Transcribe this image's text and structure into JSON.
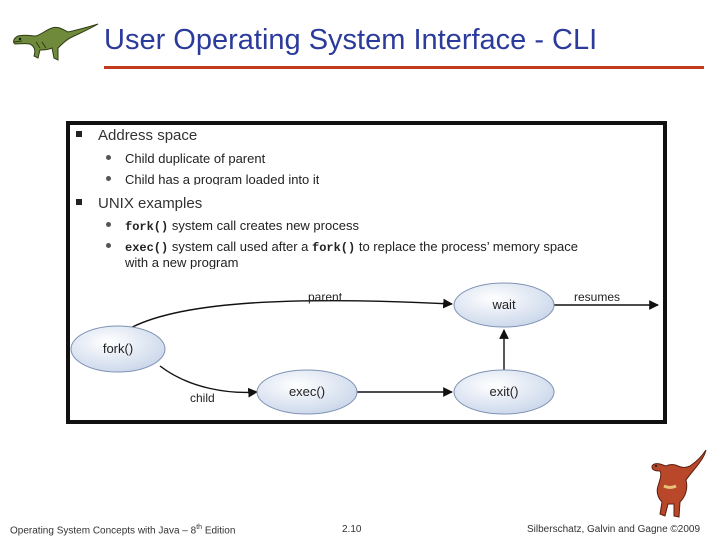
{
  "slide": {
    "title": "User Operating System Interface - CLI"
  },
  "content": {
    "section1": {
      "label": "Address space",
      "items": [
        "Child duplicate of parent",
        "Child has a program loaded into it"
      ]
    },
    "section2": {
      "label": "UNIX examples",
      "item1": {
        "code": "fork()",
        "text": " system call creates new process"
      },
      "item2": {
        "code1": "exec()",
        "text1": " system call used after a ",
        "code2": "fork()",
        "text2": " to replace the process’ memory space",
        "line2": "with a new program"
      }
    }
  },
  "diagram": {
    "nodes": {
      "fork": "fork()",
      "exec": "exec()",
      "wait": "wait",
      "exit": "exit()"
    },
    "edges": {
      "parent": "parent",
      "child": "child",
      "resumes": "resumes"
    }
  },
  "footer": {
    "book": "Operating System Concepts with Java – 8",
    "book_sup": "th",
    "book_suffix": " Edition",
    "page": "2.10",
    "copyright": "Silberschatz, Galvin and Gagne ©2009"
  }
}
